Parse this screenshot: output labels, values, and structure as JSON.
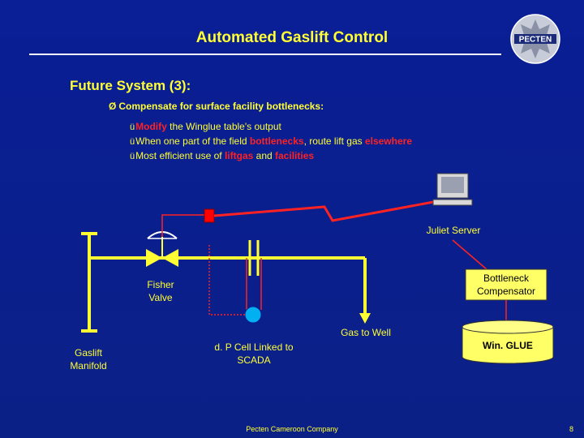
{
  "slide": {
    "title": "Automated Gaslift Control",
    "subtitle": "Future System (3):",
    "bullet": {
      "marker": "Ø",
      "text": "Compensate for surface facility bottlenecks:"
    },
    "sub_bullets": [
      {
        "parts": [
          {
            "text": "Modify",
            "highlight": true
          },
          {
            "text": " the Winglue table's output",
            "highlight": false
          }
        ]
      },
      {
        "parts": [
          {
            "text": "When one part of the field ",
            "highlight": false
          },
          {
            "text": "bottlenecks",
            "highlight": true
          },
          {
            "text": ", route lift gas ",
            "highlight": false
          },
          {
            "text": "elsewhere",
            "highlight": true
          }
        ]
      },
      {
        "parts": [
          {
            "text": "Most efficient use of ",
            "highlight": false
          },
          {
            "text": "liftgas",
            "highlight": true
          },
          {
            "text": " and ",
            "highlight": false
          },
          {
            "text": "facilities",
            "highlight": true
          }
        ]
      }
    ],
    "check_marker": "ü",
    "footer": "Pecten Cameroon Company",
    "page_number": "8",
    "logo_text": "PECTEN"
  },
  "diagram": {
    "labels": {
      "juliet_server": "Juliet Server",
      "bottleneck_compensator": "Bottleneck Compensator",
      "fisher_valve": "Fisher Valve",
      "gas_to_well": "Gas to Well",
      "gaslift_manifold": "Gaslift Manifold",
      "dp_cell": "d. P Cell Linked to SCADA",
      "winglue": "Win. GLUE"
    },
    "colors": {
      "background": "#0b1f8f",
      "text": "#ffff33",
      "highlight": "#ff2222",
      "pipe": "#ffff33",
      "signal": "#ff2222",
      "sensor": "#00b0f0",
      "box_fill": "#ffff66"
    }
  }
}
